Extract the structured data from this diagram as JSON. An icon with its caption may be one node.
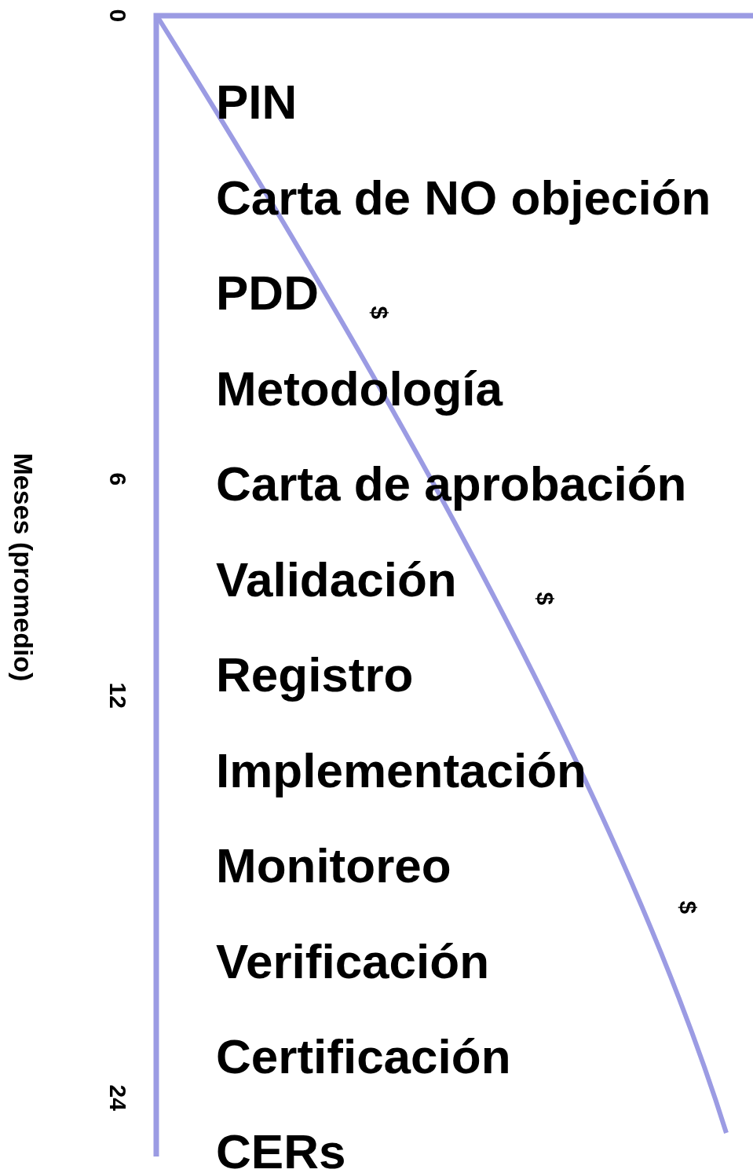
{
  "diagram": {
    "labels": [
      "0",
      "PIN",
      "Carta de NO objeción",
      "PDD",
      "$",
      "Metodología",
      "Meses (promedio)",
      "6",
      "Carta de aprobación",
      "Validación",
      "$",
      "12",
      "Registro",
      "Implementación",
      "Monitoreo",
      "$",
      "Verificación",
      "24",
      "Certificación",
      "CERs"
    ]
  }
}
